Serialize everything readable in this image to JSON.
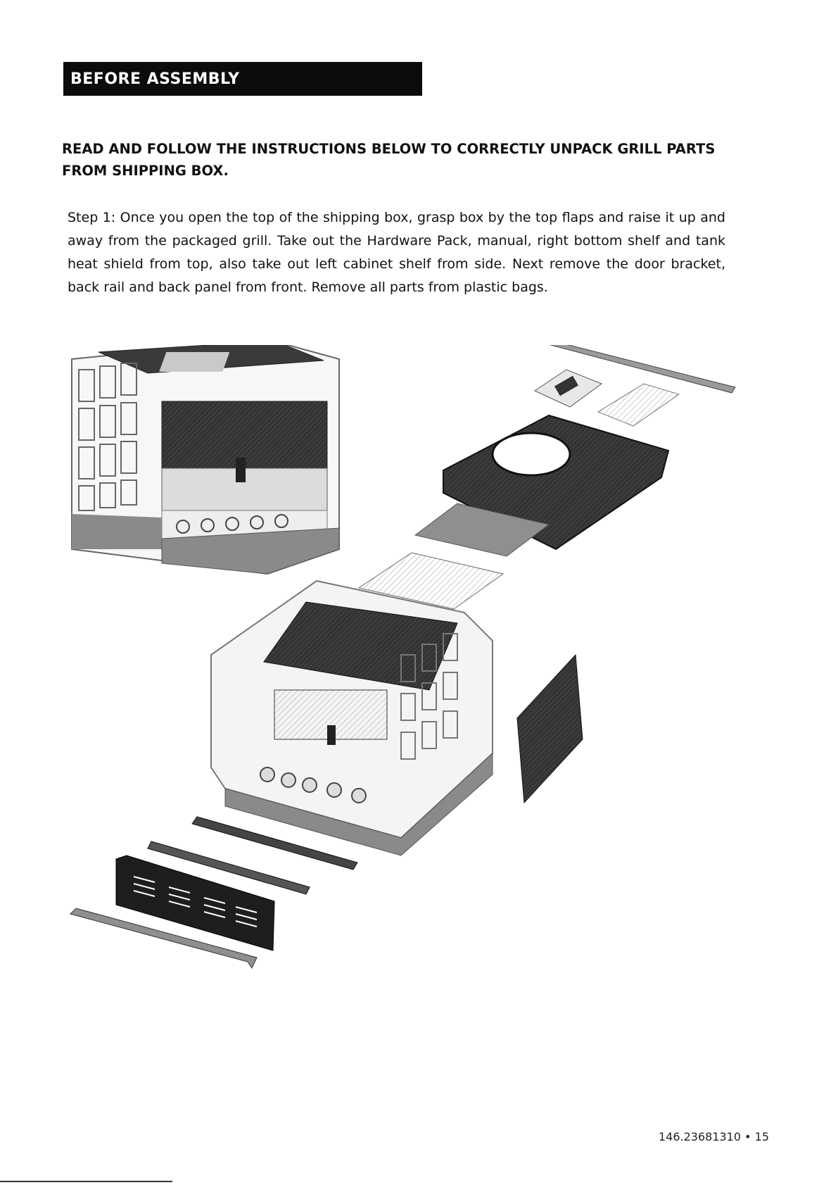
{
  "section": {
    "title": "BEFORE ASSEMBLY"
  },
  "heading": "READ AND FOLLOW THE INSTRUCTIONS BELOW TO CORRECTLY UNPACK GRILL PARTS FROM SHIPPING BOX.",
  "step1": "Step 1: Once you open the top of the shipping box, grasp box by the top flaps and raise it up and away from the packaged grill. Take out the Hardware Pack, manual, right bottom shelf and tank heat shield from top, also take out left cabinet shelf from side. Next remove the door bracket, back rail and back panel from front. Remove all parts from plastic bags.",
  "footer": {
    "page_number": "146.23681310 • 15"
  },
  "colors": {
    "banner_bg": "#0c0c0c",
    "banner_text": "#ffffff",
    "dark_part": "#2a2a2a",
    "mid_part": "#8a8a8a",
    "light_part": "#dcdcdc"
  }
}
